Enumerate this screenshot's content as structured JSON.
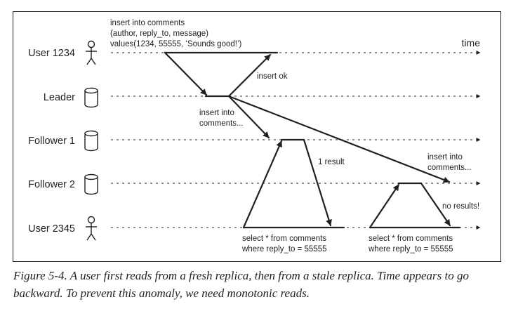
{
  "diagram": {
    "time_label": "time",
    "lanes": [
      {
        "label": "User 1234",
        "icon": "person-icon"
      },
      {
        "label": "Leader",
        "icon": "database-icon"
      },
      {
        "label": "Follower 1",
        "icon": "database-icon"
      },
      {
        "label": "Follower 2",
        "icon": "database-icon"
      },
      {
        "label": "User 2345",
        "icon": "person-icon"
      }
    ],
    "notes": {
      "insert_query": [
        "insert into comments",
        "(author, reply_to, message)",
        "values(1234, 55555, ‘Sounds good!’)"
      ],
      "insert_ok": "insert ok",
      "replicate_f1": [
        "insert into",
        "comments..."
      ],
      "replicate_f2": [
        "insert into",
        "comments..."
      ],
      "one_result": "1 result",
      "no_results": "no results!",
      "select_1": [
        "select * from comments",
        "where reply_to = 55555"
      ],
      "select_2": [
        "select * from comments",
        "where reply_to = 55555"
      ]
    }
  },
  "caption": "Figure 5-4. A user first reads from a fresh replica, then from a stale replica. Time appears to go backward. To prevent this anomaly, we need monotonic reads."
}
